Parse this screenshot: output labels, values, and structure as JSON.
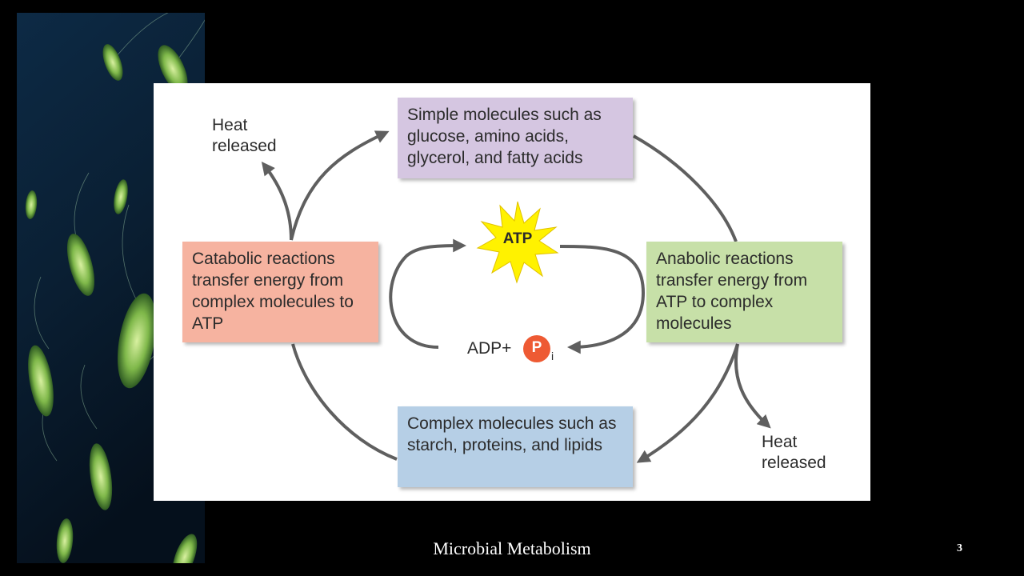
{
  "slide": {
    "footer_title": "Microbial Metabolism",
    "slide_number": "3"
  },
  "diagram": {
    "simple_molecules": "Simple molecules such as glucose, amino acids, glycerol, and fatty acids",
    "complex_molecules": "Complex molecules such as starch, proteins, and lipids",
    "catabolic": "Catabolic reactions transfer energy from complex molecules to ATP",
    "anabolic": "Anabolic reactions transfer energy from ATP to complex molecules",
    "heat_released_left": "Heat released",
    "heat_released_right": "Heat released",
    "atp": "ATP",
    "adp": "ADP+",
    "phosphate": "P",
    "phosphate_subscript": "i"
  },
  "colors": {
    "simple_box": "#d5c6e1",
    "complex_box": "#b6cfe6",
    "catabolic_box": "#f6b3a0",
    "anabolic_box": "#c7e0a8",
    "atp_star": "#fff200",
    "phosphate_circle": "#ee5a33",
    "arrow": "#5f5f5f"
  }
}
